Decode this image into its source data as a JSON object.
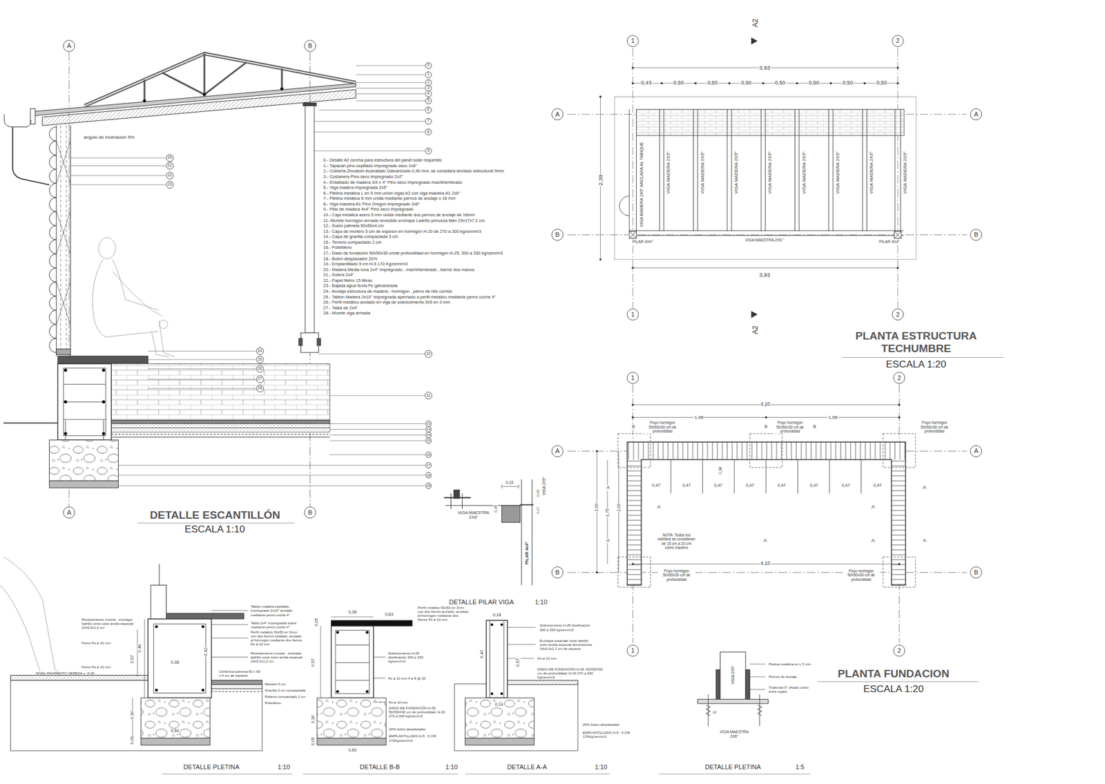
{
  "diagram": {
    "labels": [
      "A",
      "B",
      "0",
      "1",
      "2",
      "3",
      "4",
      "5",
      "6",
      "7",
      "8",
      "9",
      "ángulo de inclinación 5%",
      "20",
      "21",
      "22",
      "23",
      "0.- Detalle A2 cercha para estructura del panel solar requerido",
      "1.- Tapacán pino cepillado impregnado seco 1x8\"",
      "2.- Cubierta Zincalum Acanalado Galvanizado 0,40 mm, se considera terciado estructural 9mm",
      "3.- Costanera Pino seco impregnado 2x2\"",
      "4.- Entablado de madera 3/4 x 4\" Pino seco impregnado machihembrado",
      "5.- Viga madera impregnada 2x5\"",
      "6.- Pletina metálica L en 5 mm unión vigas A2 con viga maestra A1 2x6\"",
      "7.- Pletina metálica 5 mm unida mediante pernos de anclaje o 16 mm",
      "8.- Viga maestra A1 Pino Oregón impregnado 2x6\"",
      "9.- Pilar de madera 4x4\" Pino seco impregnado",
      "10.- Caja metálica acero 5 mm unida mediante dos pernos de anclaje de 16mm",
      "11.-Murete hormigón armado revestido enchape Ladrillo princesa titán 29x17x7,1 cm",
      "12.- Suelo palmeta 50x50x4 cm",
      "13.- Capa de mortero 5 cm de espesor en hormigón H-20 de 270 a 300 kg/cem/m3",
      "14.- Capa de gravilla compactada 3 cm",
      "15.- Terreno compactado 2 cm",
      "16.- Polietileno",
      "17.- Dado de fundación 50x50x30 cmde profundidad en hormigon H-25, 300 a 330 kg/cem/m3",
      "18.- Bolón desplazador 20%",
      "19.- Emplantillado 5 cm H-5 170 Kg/cem/m3",
      "20.- Madera Media luna 1x4\" Impregnado , machihembrado , barniz dos manos",
      "21.- Solera 2x4\"",
      "22.- Papel filetro 15 libras",
      "23.- Bajada agua lluvia Fe galvanizada",
      "24.- Anclaje estructura de madera - hormigón , perno de hilo corrido",
      "25.- Tablón Madera 2x10\" impregnada apernado a perfil metálico mediante perno coche 4\"",
      "26.- Perfil metálico anclado en viga de sobrecimiento 5x5 en 3 mm",
      "27.- Tabla de 2x4\"",
      "28.- Murete viga armada",
      "24",
      "25",
      "26",
      "27",
      "28",
      "10",
      "11",
      "12",
      "13",
      "14",
      "15",
      "16",
      "17",
      "18",
      "19",
      "A",
      "B",
      "DETALLE ESCANTILLÓN",
      "ESCALA 1:10",
      "0,15",
      "VIGA 2X5\"",
      "0,16",
      "0,05",
      "0,17",
      "VIGA MAESTRA 2X6\"",
      "PILAR 4x4\"",
      "DETALLE PILAR VIGA",
      "1:10",
      "1",
      "2",
      "A2",
      "3,93",
      "0,43",
      "0,50",
      "0,50",
      "0,50",
      "0,50",
      "0,50",
      "0,50",
      "0,50",
      "A",
      "A",
      "2,39",
      "VIGA MADERA 2X5\" ANCLADA AL TABIQUE",
      "VIGA MADERA 2X5\"",
      "VIGA MADERA 2X5\"",
      "VIGA MADERA 2X5\"",
      "VIGA MADERA 2X5\"",
      "VIGA MADERA 2X5\"",
      "VIGA MADERA 2X5\"",
      "VIGA MADERA 2X5\"",
      "VIGA MADERA 2X5\"",
      "B",
      "B",
      "PILAR 4X4\"",
      "VIGA MAESTRA 2X6 \"",
      "PILAR 4X4\"",
      "3,93",
      "1",
      "2",
      "A2",
      "PLANTA ESTRUCTURA TECHUMBRE",
      "ESCALA 1:20",
      "1",
      "2",
      "4,10",
      "1,98",
      "1,98",
      "Poyo hormigón 50x50x30 cm de profundidad",
      "Poyo hormigón 50x50x30 cm de profundidad",
      "Poyo hormigón 50x50x30 cm de profundidad",
      "B",
      "B",
      "B",
      "A",
      "A",
      "A",
      "A",
      "A",
      "A",
      "A",
      "A",
      "0,38",
      "0,47",
      "0,47",
      "0,47",
      "0,47",
      "0,47",
      "0,47",
      "0,47",
      "0,47",
      "2,00",
      "1,75",
      "2,00",
      "NOTA :Todos los estribos se consideran de 15 cm a 20 cm como maximo",
      "A",
      "A",
      "Poyo hormigón 50x50x30 cm de profundidad",
      "Poyo hormigón 50x50x30 cm de profundidad",
      "4,10",
      "B",
      "B",
      "1",
      "2",
      "PLANTA FUNDACION",
      "ESCALA 1:20",
      "Revestimiento murete , enchape ladrillo corte color arcilla especial 24x5,0x1,2 cm",
      "Fierro Fe ø 10 mm",
      "Fierro Fe ø 10 mm",
      "NIVEL PAVIMENTO VEREDA + -5.30",
      "0,57",
      "0,46",
      "0,38",
      "0,42",
      "0,30",
      "0,05",
      "0,50",
      "Tablón madera cepillado , impregnado 2x10\" anclado mediante perno coche 4\"",
      "Tabla 2x4\" impregnada sobre mediante perno coche 4\"",
      "Perfil metálico 50x50 en 3mm con dos fierros soldado, anclado al hormigón mediante dos fierros Fe ø 10 mm",
      "Revestimiento murete , enchape ladrillo corte color arcilla especial 24x5,0x1,2 cm",
      "Cerámica palmeta 50 x 50 x 4 cm de espesor",
      "Mortero 5 cm",
      "Gravilla 3 cm compactada",
      "Relleno compactado 2 cm",
      "Polietileno",
      "DETALLE PLETINA",
      "1:10",
      "0,38",
      "0,63",
      "0,05",
      "0,57",
      "0,30",
      "0,05",
      "0,50",
      "Perfil metálico 50x50 en 3mm con dos fierros anclado, anclado al hormigón mediante dos fierros Fe ø 10 mm",
      "Sobrecimiento H-25 dosificación 300 a 330 kg/cem/m3",
      "Fe ø 10 mm 4 ø 8 @ 20",
      "Fe ø 10 mm",
      "DADO DE FUNDACIÓN H-25, 50X50X30 cm de profundidad, H-20 270 a 300 kg/cem/m3",
      "20% bolón desplazador",
      "EMPLANTILLADO H-5 , 5 CM 170Kg/cem/m3",
      "DETALLE B-B",
      "1:10",
      "0,18",
      "0,47",
      "0,57",
      "0,14",
      "Sobrecimiento H-25 dosificación 300 a 330 kg/cem/m3",
      "Enchape estándar corte ladrillo color arcilla especial dimensiones 24x5,0x1,2 cm de espesor",
      "Fe ø 10 mm",
      "DADO DE FUNDACIÓN H-25, 50X50X30 cm de profundidad, H-20 270 a 300 kg/cem/m3",
      "20% bolón desplazador",
      "EMPLANTILLADO H-5 , 5 CM 170Kg/cem/m3",
      "DETALLE A-A",
      "1:10",
      "VIGA 2X5\"",
      "Pletina metálica en L 5 mm",
      "Pernos de anclaje",
      "Tirafondo 5\" (Atado unión entre vigas)",
      "12",
      "VIGA MAESTRA 2X6\"",
      "DETALLE PLETINA",
      "1:5"
    ]
  }
}
